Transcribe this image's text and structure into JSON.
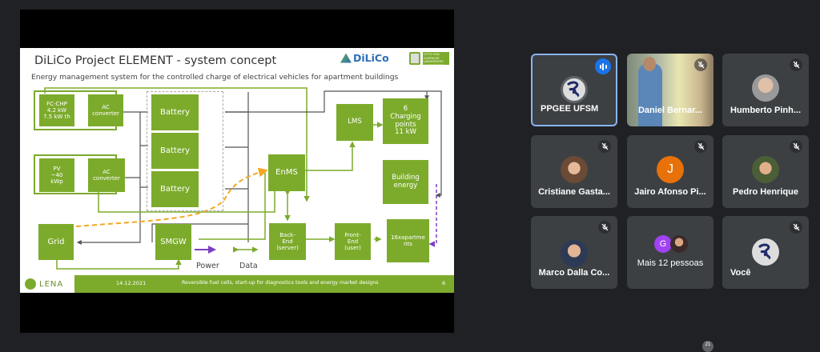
{
  "presentation": {
    "title": "DiLiCo Project ELEMENT - system concept",
    "subtitle": "Energy management system for the controlled charge of electrical vehicles for apartment buildings",
    "logo_brand": "DiLiCo",
    "logo_uni": "OTTO VON GUERICKE UNIVERSITÄT MAGDEBURG",
    "blocks": {
      "fc_chp": "FC-CHP\n4.2 kW\n7.5 kW th",
      "ac_converter_1": "AC\nconverter",
      "pv": "PV\n~40\nkWp",
      "ac_converter_2": "AC\nconverter",
      "battery_1": "Battery",
      "battery_2": "Battery",
      "battery_3": "Battery",
      "enms": "EnMS",
      "lms": "LMS",
      "charging_points": "6\nCharging\npoints\n11 kW",
      "building_energy": "Building\nenergy",
      "grid": "Grid",
      "smgw": "SMGW",
      "back_end": "Back-\nEnd\n(server)",
      "front_end": "Front-\nEnd\n(user)",
      "apartments": "16xapartme\nnts"
    },
    "legend": {
      "power": "Power",
      "data": "Data"
    },
    "footer": {
      "brand": "LENA",
      "date": "14.12.2021",
      "description": "Reversible fuel cells, start-up for diagnostics tools and energy market designs",
      "page": "6"
    },
    "colors": {
      "block": "#7cab2c",
      "power_line": "#7b3fc4",
      "data_line": "#8bc34a",
      "dashed_flow": "#f5a623",
      "wire": "#555555"
    }
  },
  "participants": [
    {
      "name": "PPGEE UFSM",
      "avatar": "PPGEE",
      "state": "speaking",
      "active": true
    },
    {
      "name": "Daniel Bernar...",
      "avatar": "video",
      "state": "muted"
    },
    {
      "name": "Humberto Pinh...",
      "avatar": "photo",
      "state": "muted"
    },
    {
      "name": "Cristiane Gasta...",
      "avatar": "photo",
      "state": "muted"
    },
    {
      "name": "Jairo Afonso Pi...",
      "avatar": "J",
      "avatar_color": "#e8710a",
      "state": "muted"
    },
    {
      "name": "Pedro Henrique",
      "avatar": "photo",
      "state": "muted"
    },
    {
      "name": "Marco Dalla Co...",
      "avatar": "photo",
      "state": "muted"
    },
    {
      "name": "Mais 12 pessoas",
      "avatar": "G",
      "avatar_color": "#a142f4",
      "state": "overflow"
    },
    {
      "name": "Você",
      "avatar": "PPGEE",
      "state": "muted"
    }
  ],
  "toolbar": {
    "participants_badge": "21"
  }
}
